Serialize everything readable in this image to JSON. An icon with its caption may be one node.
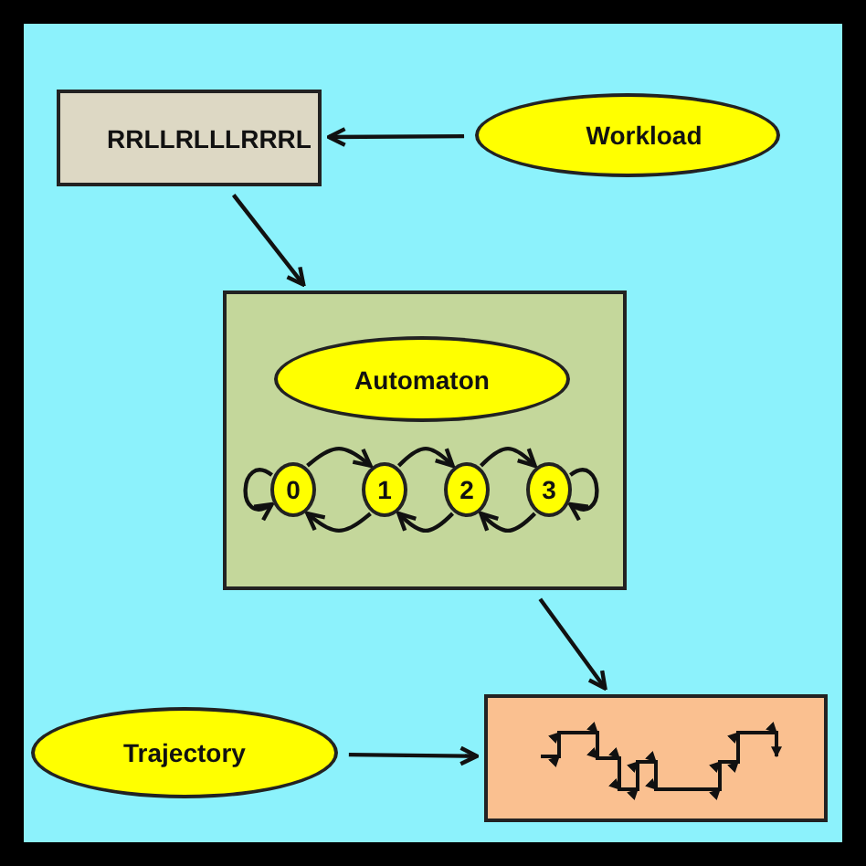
{
  "diagram": {
    "nodes": [
      {
        "text": [
          "RRLLRLLLRRRL"
        ]
      },
      {
        "text": [
          "Workload"
        ]
      },
      {
        "text": [],
        "shape": "box"
      },
      {
        "text": [
          "Automaton"
        ],
        "in": 2
      },
      {
        "text": [
          "0"
        ],
        "in": 2
      },
      {
        "text": [
          "1"
        ],
        "in": 2
      },
      {
        "text": [
          "2"
        ],
        "in": 2
      },
      {
        "text": [
          "3"
        ],
        "in": 2
      },
      {
        "text": [
          "Trajectory"
        ]
      },
      {
        "text": [],
        "shape": "box"
      }
    ],
    "edges": [
      {
        "from": 1,
        "to": 0,
        "arrow": "to"
      },
      {
        "from": 0,
        "to": 2,
        "arrow": "to"
      },
      {
        "from": 2,
        "to": 9,
        "arrow": "to"
      },
      {
        "from": 8,
        "to": 9,
        "arrow": "to"
      },
      {
        "from": 4,
        "to": 4,
        "arrow": "to"
      },
      {
        "from": 4,
        "to": 5,
        "arrow": "to"
      },
      {
        "from": 5,
        "to": 4,
        "arrow": "to"
      },
      {
        "from": 5,
        "to": 6,
        "arrow": "to"
      },
      {
        "from": 6,
        "to": 5,
        "arrow": "to"
      },
      {
        "from": 6,
        "to": 7,
        "arrow": "to"
      },
      {
        "from": 7,
        "to": 6,
        "arrow": "to"
      },
      {
        "from": 7,
        "to": 7,
        "arrow": "to"
      }
    ]
  }
}
